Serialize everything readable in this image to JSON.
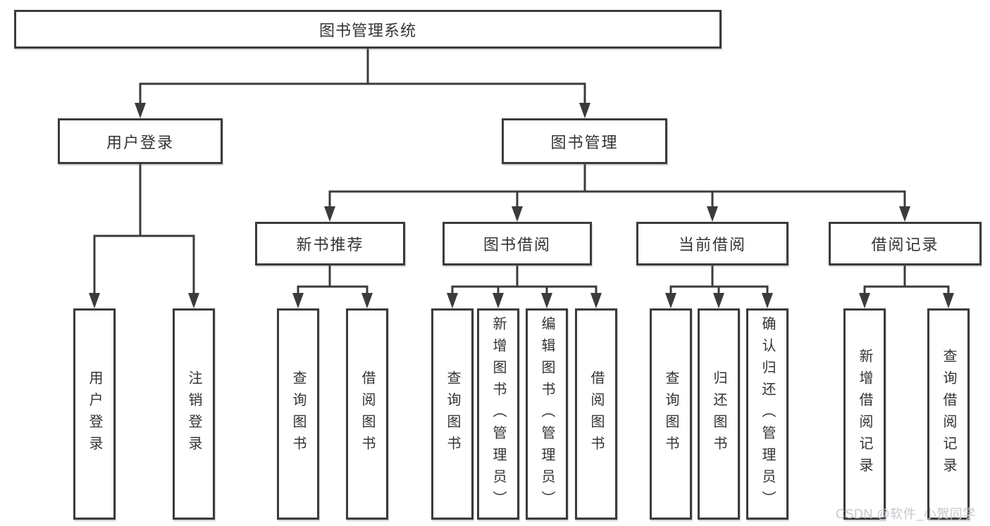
{
  "diagram_type": "hierarchy",
  "root": {
    "label": "图书管理系统"
  },
  "branches": [
    {
      "label": "用户登录",
      "children": [
        {
          "label": "用户登录"
        },
        {
          "label": "注销登录"
        }
      ]
    },
    {
      "label": "图书管理",
      "children": [
        {
          "label": "新书推荐",
          "children": [
            {
              "label": "查询图书"
            },
            {
              "label": "借阅图书"
            }
          ]
        },
        {
          "label": "图书借阅",
          "children": [
            {
              "label": "查询图书"
            },
            {
              "label": "新增图书（管理员）"
            },
            {
              "label": "编辑图书（管理员）"
            },
            {
              "label": "借阅图书"
            }
          ]
        },
        {
          "label": "当前借阅",
          "children": [
            {
              "label": "查询图书"
            },
            {
              "label": "归还图书"
            },
            {
              "label": "确认归还（管理员）"
            }
          ]
        },
        {
          "label": "借阅记录",
          "children": [
            {
              "label": "新增借阅记录"
            },
            {
              "label": "查询借阅记录"
            }
          ]
        }
      ]
    }
  ],
  "watermark": "CSDN @软件_小贺同学",
  "colors": {
    "line": "#3b3b3b",
    "box_border": "#3b3b3b",
    "text": "#333333",
    "background": "#ffffff",
    "watermark": "#c3c8cd"
  }
}
